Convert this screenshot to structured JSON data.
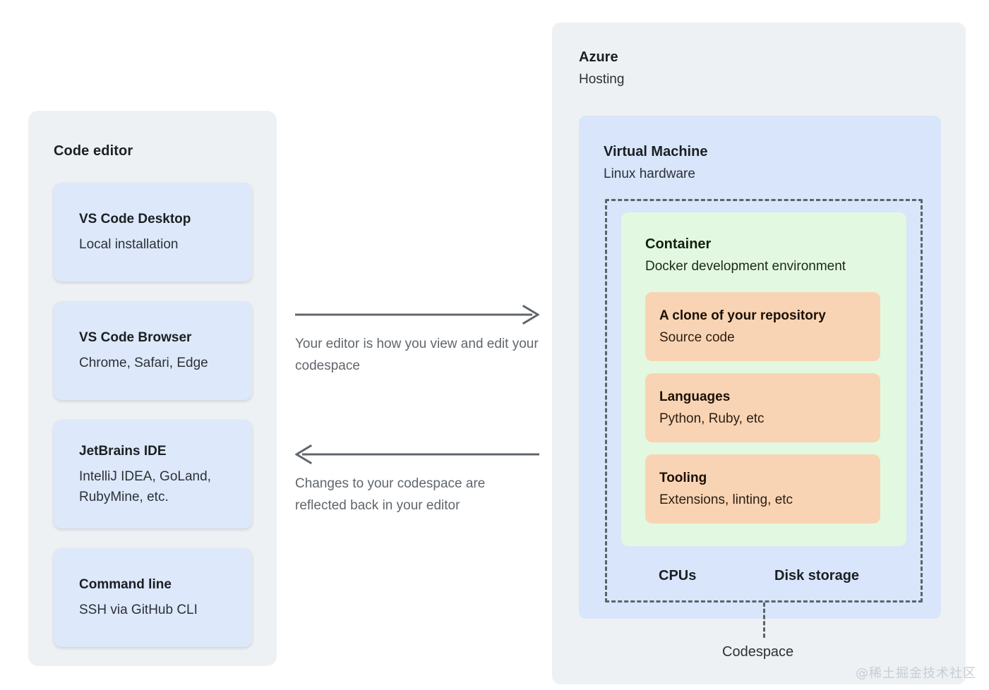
{
  "left_panel": {
    "title": "Code editor",
    "cards": [
      {
        "title": "VS Code Desktop",
        "subtitle": "Local installation"
      },
      {
        "title": "VS Code Browser",
        "subtitle": "Chrome, Safari, Edge"
      },
      {
        "title": "JetBrains IDE",
        "subtitle": "IntelliJ IDEA, GoLand,\nRubyMine, etc."
      },
      {
        "title": "Command line",
        "subtitle": "SSH via GitHub CLI"
      }
    ]
  },
  "connectors": {
    "forward": {
      "direction": "right",
      "caption": "Your editor is how you view and edit your codespace"
    },
    "backward": {
      "direction": "left",
      "caption": "Changes to your codespace are reflected back in your editor"
    }
  },
  "azure": {
    "title": "Azure",
    "subtitle": "Hosting",
    "vm": {
      "title": "Virtual Machine",
      "subtitle": "Linux hardware",
      "hardware_labels": [
        "CPUs",
        "Disk storage"
      ],
      "container": {
        "title": "Container",
        "subtitle": "Docker development environment",
        "items": [
          {
            "title": "A clone of your repository",
            "subtitle": "Source code"
          },
          {
            "title": "Languages",
            "subtitle": "Python, Ruby, etc"
          },
          {
            "title": "Tooling",
            "subtitle": "Extensions, linting, etc"
          }
        ]
      }
    },
    "codespace_label": "Codespace"
  },
  "watermark": "@稀土掘金技术社区",
  "colors": {
    "panel_gray": "#eef1f3",
    "card_blue": "#dde8fa",
    "vm_blue": "#d8e5fa",
    "container_green": "#e3f8e1",
    "item_orange": "#f9d4b4",
    "arrow_gray": "#60666c",
    "dashed_gray": "#5c6369",
    "text_dark": "#1b1f23"
  }
}
